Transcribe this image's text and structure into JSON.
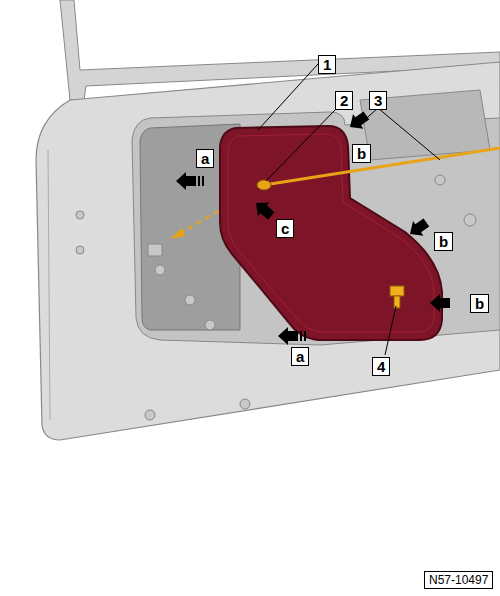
{
  "diagram": {
    "labels": [
      "1",
      "2",
      "3",
      "a",
      "b",
      "c",
      "b",
      "b",
      "a",
      "4",
      "N57-10497"
    ]
  }
}
